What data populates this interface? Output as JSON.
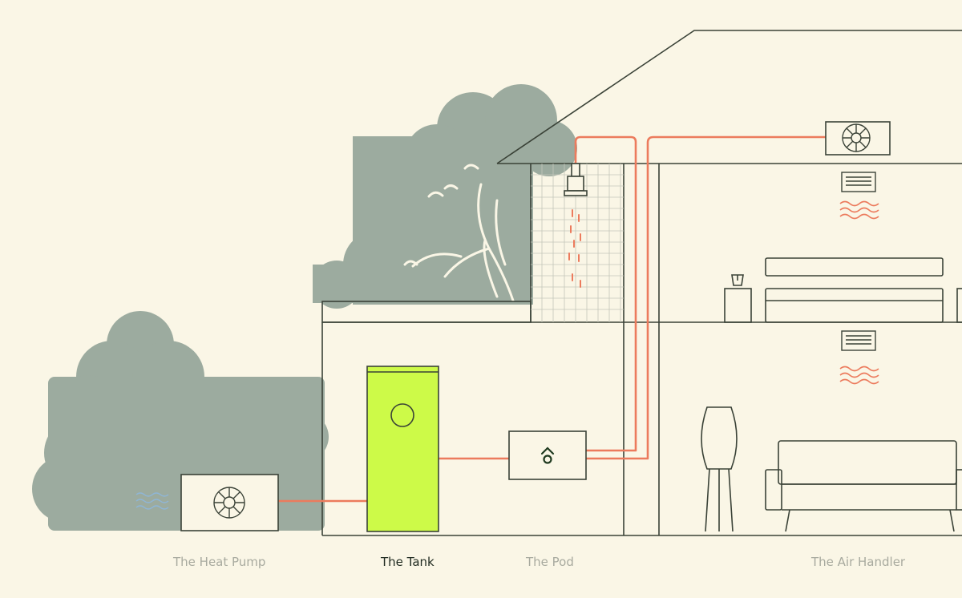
{
  "colors": {
    "background": "#faf6e6",
    "line": "#3a4237",
    "foliage": "#9cab9f",
    "pipe": "#ec7b5d",
    "tank": "#cdfa48",
    "water": "#8fb6d6",
    "label": "#a8aa9f",
    "label_active": "#1f2a20"
  },
  "components": [
    {
      "id": "heat-pump",
      "label": "The Heat Pump",
      "active": false
    },
    {
      "id": "tank",
      "label": "The Tank",
      "active": true
    },
    {
      "id": "pod",
      "label": "The Pod",
      "active": false
    },
    {
      "id": "air-handler",
      "label": "The Air Handler",
      "active": false
    }
  ],
  "icons": [
    "fan-icon",
    "pod-logo-icon",
    "shower-head-icon",
    "vent-grille-icon",
    "heat-wave-icon",
    "water-wave-icon"
  ]
}
